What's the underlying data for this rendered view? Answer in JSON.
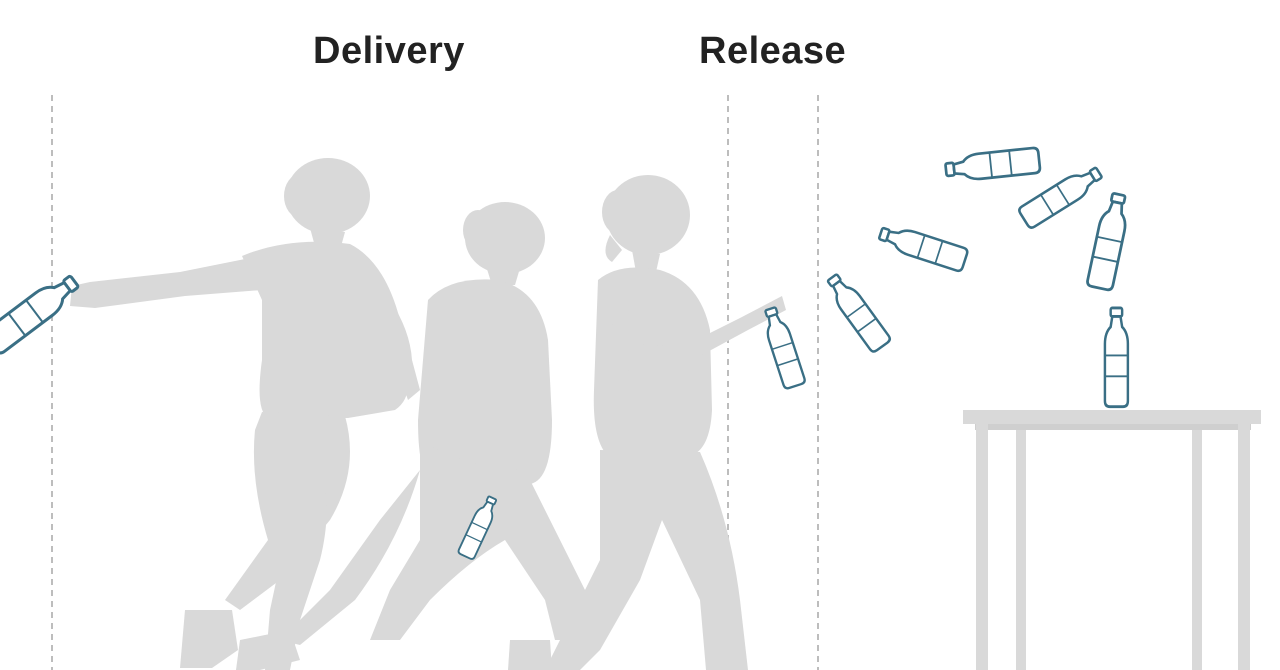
{
  "diagram": {
    "phases": [
      {
        "label": "Delivery"
      },
      {
        "label": "Release"
      }
    ],
    "colors": {
      "silhouette": "#d9d9d9",
      "bottle_stroke": "#3a6f85",
      "guide_line": "#bdbdbd",
      "label_text": "#222222",
      "table": "#d9d9d9"
    },
    "icons": [
      "person-silhouette",
      "water-bottle",
      "table"
    ]
  }
}
